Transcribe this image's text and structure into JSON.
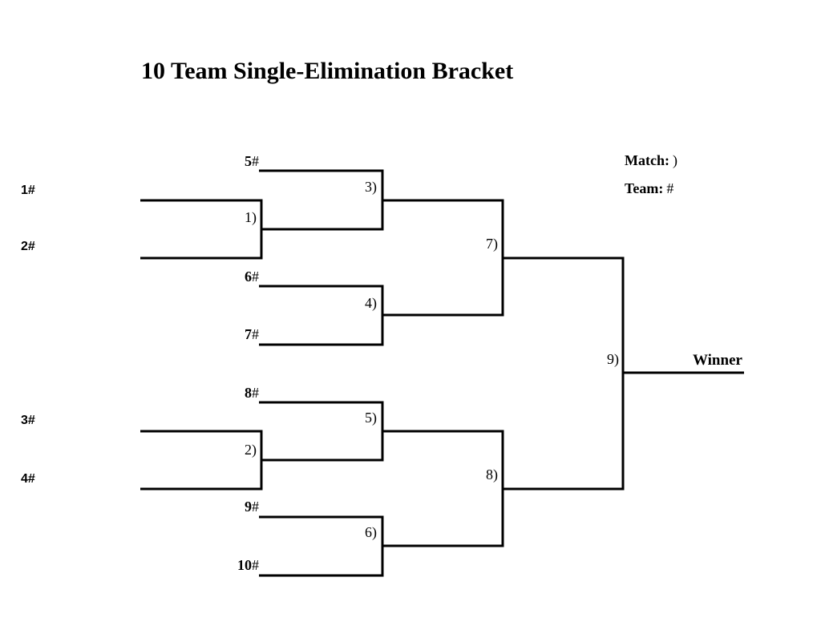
{
  "title": "10 Team Single-Elimination Bracket",
  "legend": {
    "match_word": "Match:",
    "match_symbol": ")",
    "team_word": "Team:",
    "team_symbol": "#"
  },
  "left_seeds": [
    "1#",
    "2#",
    "3#",
    "4#"
  ],
  "team_slots": [
    {
      "num": "5",
      "sym": "#"
    },
    {
      "num": "6",
      "sym": "#"
    },
    {
      "num": "7",
      "sym": "#"
    },
    {
      "num": "8",
      "sym": "#"
    },
    {
      "num": "9",
      "sym": "#"
    },
    {
      "num": "10",
      "sym": "#"
    }
  ],
  "match_labels": [
    "1)",
    "2)",
    "3)",
    "4)",
    "5)",
    "6)",
    "7)",
    "8)",
    "9)"
  ],
  "winner_label": "Winner",
  "colors": {
    "line": "#000000",
    "text": "#000000",
    "background": "#ffffff"
  }
}
